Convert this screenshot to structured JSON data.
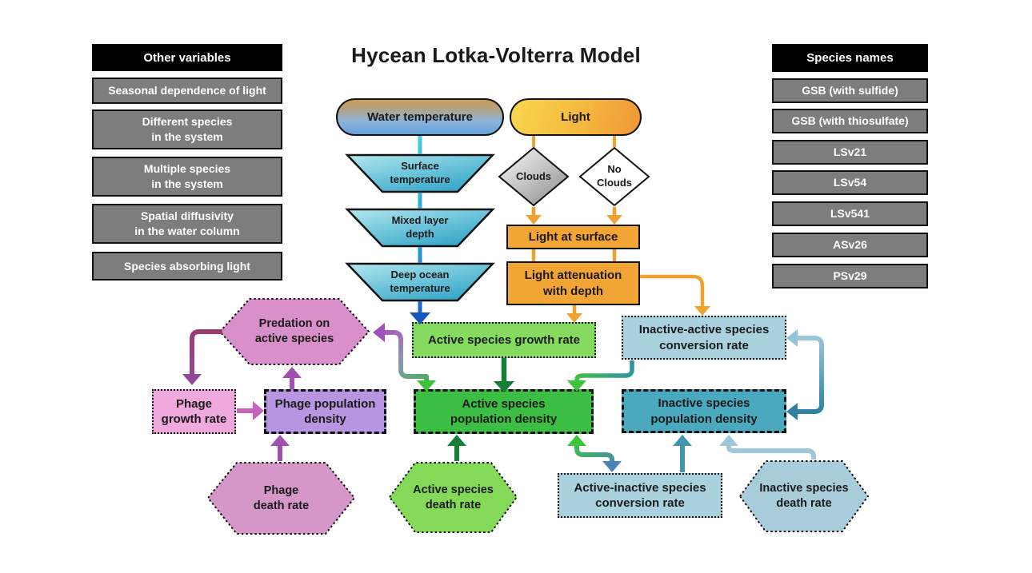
{
  "title": "Hycean Lotka-Volterra Model",
  "left_panel": {
    "header": "Other variables",
    "items": [
      "Seasonal dependence of light",
      "Different species\nin the system",
      "Multiple species\nin the system",
      "Spatial diffusivity\nin the water column",
      "Species absorbing light"
    ]
  },
  "right_panel": {
    "header": "Species names",
    "items": [
      "GSB (with sulfide)",
      "GSB (with thiosulfate)",
      "LSv21",
      "LSv54",
      "LSv541",
      "ASv26",
      "PSv29"
    ]
  },
  "nodes": {
    "water_temperature": {
      "label": "Water temperature",
      "shape": "pill"
    },
    "light": {
      "label": "Light",
      "shape": "pill"
    },
    "surface_temperature": {
      "label": "Surface\ntemperature",
      "shape": "trapezoid"
    },
    "mixed_layer_depth": {
      "label": "Mixed layer\ndepth",
      "shape": "trapezoid"
    },
    "deep_ocean_temperature": {
      "label": "Deep ocean\ntemperature",
      "shape": "trapezoid"
    },
    "clouds": {
      "label": "Clouds",
      "shape": "diamond"
    },
    "no_clouds": {
      "label": "No\nClouds",
      "shape": "diamond"
    },
    "light_at_surface": {
      "label": "Light at surface",
      "shape": "rect"
    },
    "light_attenuation": {
      "label": "Light attenuation\nwith depth",
      "shape": "rect"
    },
    "active_growth_rate": {
      "label": "Active species growth rate",
      "shape": "rect-dotted"
    },
    "inactive_active_conversion": {
      "label": "Inactive-active species\nconversion rate",
      "shape": "rect-dotted"
    },
    "predation": {
      "label": "Predation on\nactive species",
      "shape": "hexagon"
    },
    "phage_growth_rate": {
      "label": "Phage\ngrowth rate",
      "shape": "rect-dotted"
    },
    "phage_population_density": {
      "label": "Phage population\ndensity",
      "shape": "rect-dashed"
    },
    "active_population_density": {
      "label": "Active species\npopulation density",
      "shape": "rect-dashed"
    },
    "inactive_population_density": {
      "label": "Inactive species\npopulation density",
      "shape": "rect-dashed"
    },
    "phage_death_rate": {
      "label": "Phage\ndeath rate",
      "shape": "hexagon"
    },
    "active_death_rate": {
      "label": "Active species\ndeath rate",
      "shape": "hexagon"
    },
    "active_inactive_conversion": {
      "label": "Active-inactive species\nconversion rate",
      "shape": "rect-dotted"
    },
    "inactive_death_rate": {
      "label": "Inactive species\ndeath rate",
      "shape": "hexagon"
    }
  },
  "palette": {
    "orange_box": "#f2a535",
    "light_green_box": "#85da5f",
    "green_density_box": "#3cbd44",
    "pale_blue_box": "#aad2de",
    "teal_density_box": "#4aa9bf",
    "predation_hexagon": "#d98fc9",
    "phage_growth_box": "#efa9dd",
    "phage_density_box": "#b795e0",
    "phage_death_hexagon": "#d596c8",
    "active_death_hexagon": "#84da58",
    "inactive_death_hexagon": "#a8ccd9",
    "gray_box": "#7d7d7d",
    "header_bg": "#000000",
    "trapezoid_teal": "#2fa3c6",
    "arrow_blue": "#1557c0",
    "arrow_orange": "#f0a230",
    "arrow_dark_green": "#157f3a",
    "arrow_green": "#3ec43d",
    "arrow_teal": "#3a92ad",
    "arrow_light_blue": "#9cc8da",
    "arrow_steel_blue": "#4a85b8",
    "arrow_purple": "#a14fb0",
    "arrow_magenta": "#9a3f80",
    "arrow_pink": "#c763bb"
  }
}
